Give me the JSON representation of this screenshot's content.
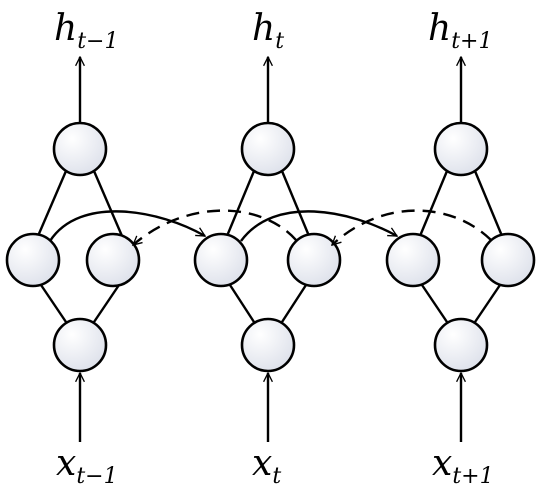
{
  "labels": {
    "outputs": [
      {
        "base": "h",
        "sub": "t−1"
      },
      {
        "base": "h",
        "sub": "t"
      },
      {
        "base": "h",
        "sub": "t+1"
      }
    ],
    "inputs": [
      {
        "base": "x",
        "sub": "t−1"
      },
      {
        "base": "x",
        "sub": "t"
      },
      {
        "base": "x",
        "sub": "t+1"
      }
    ]
  },
  "colors": {
    "stroke": "#000000",
    "node_fill_light": "#ffffff",
    "node_fill_dark": "#d9dde8",
    "background": "#ffffff"
  }
}
